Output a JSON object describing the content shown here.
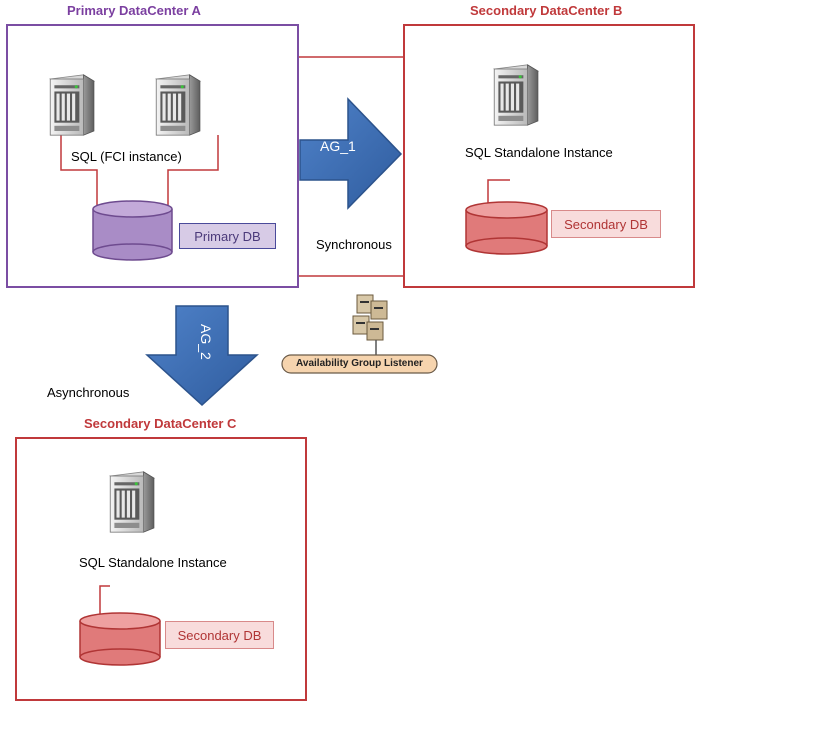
{
  "datacenters": {
    "a": {
      "title": "Primary DataCenter A",
      "instance_label": "SQL  (FCI instance)",
      "db_label": "Primary DB"
    },
    "b": {
      "title": "Secondary DataCenter B",
      "instance_label": "SQL Standalone Instance",
      "db_label": "Secondary DB"
    },
    "c": {
      "title": "Secondary DataCenter C",
      "instance_label": "SQL Standalone Instance",
      "db_label": "Secondary DB"
    }
  },
  "links": {
    "ag1": {
      "label": "AG_1",
      "mode": "Synchronous"
    },
    "ag2": {
      "label": "AG_2",
      "mode": "Asynchronous"
    }
  },
  "listener": {
    "label": "Availability Group Listener"
  },
  "colors": {
    "primary_border": "#7b4ea3",
    "secondary_border": "#c0393b",
    "arrow_fill": "#3e6db5",
    "primary_db": "#a98cc6",
    "secondary_db": "#e07a7a"
  }
}
